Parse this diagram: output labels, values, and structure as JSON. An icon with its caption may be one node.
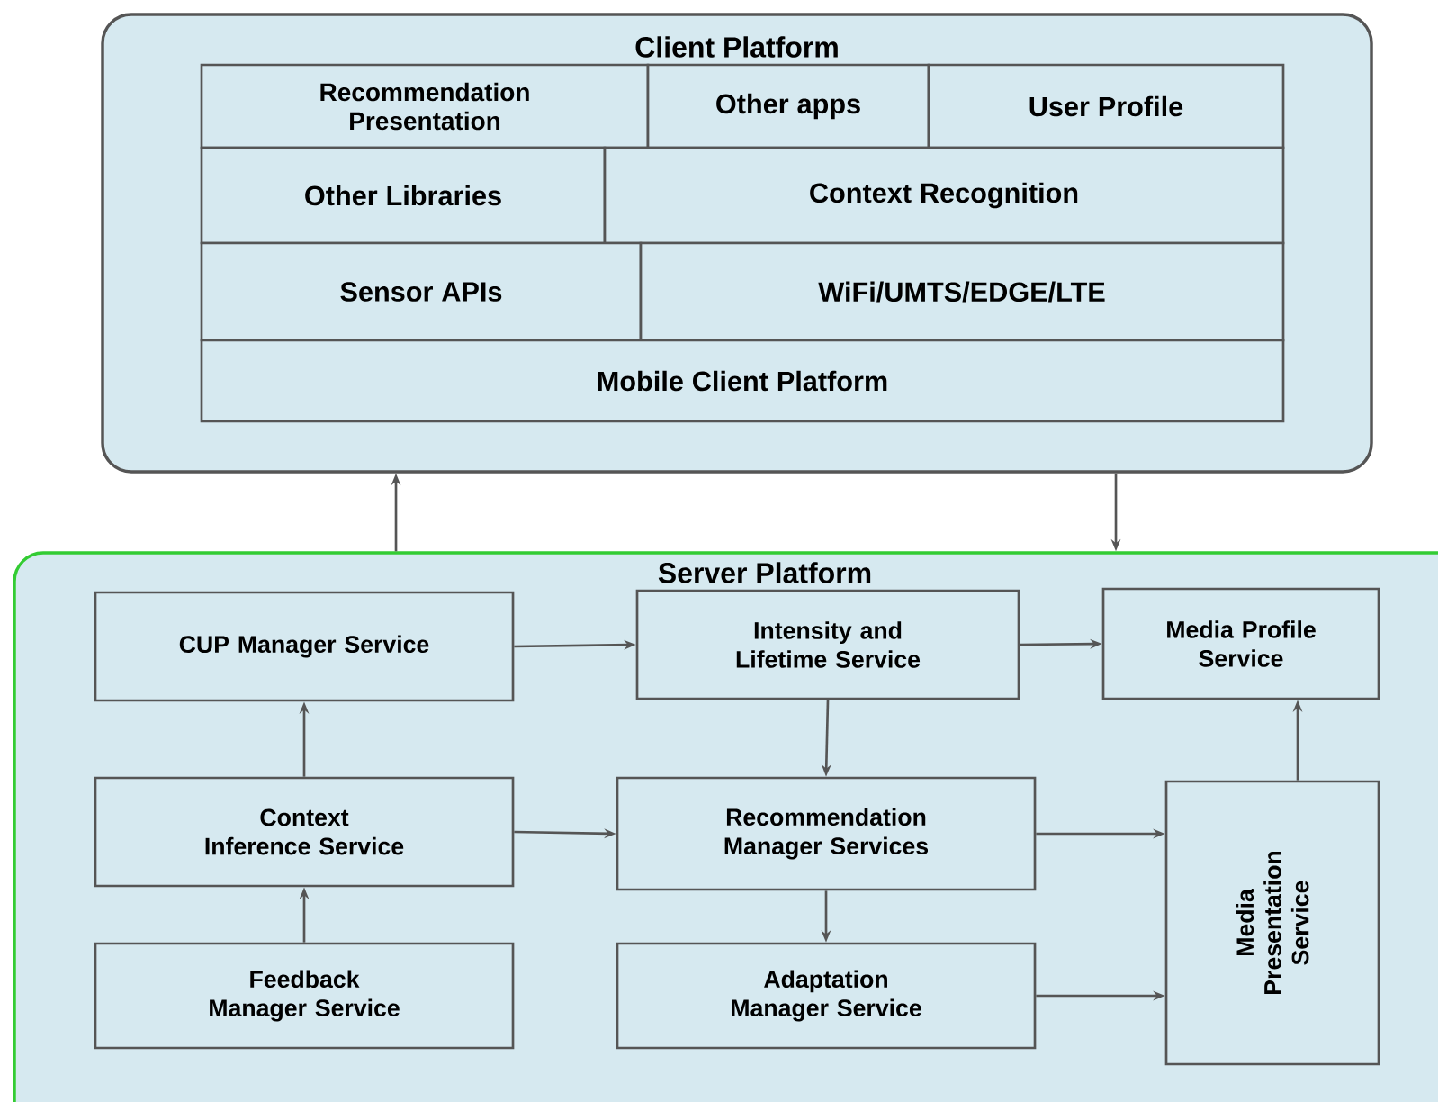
{
  "diagram": {
    "nodes": [
      {
        "text": [
          "Client Platform"
        ]
      },
      {
        "text": [
          "Recommendation Presentation"
        ],
        "in": 0
      },
      {
        "text": [
          "Other apps"
        ],
        "in": 0
      },
      {
        "text": [
          "User Profile"
        ],
        "in": 0
      },
      {
        "text": [
          "Other Libraries"
        ],
        "in": 0
      },
      {
        "text": [
          "Context Recognition"
        ],
        "in": 0
      },
      {
        "text": [
          "Sensor APIs"
        ],
        "in": 0
      },
      {
        "text": [
          "WiFi/UMTS/EDGE/LTE"
        ],
        "in": 0
      },
      {
        "text": [
          "Mobile Client Platform"
        ],
        "in": 0
      },
      {
        "text": [
          "Server Platform"
        ]
      },
      {
        "text": [
          "CUP Manager Service"
        ],
        "in": 9
      },
      {
        "text": [
          "Intensity and Lifetime Service"
        ],
        "in": 9
      },
      {
        "text": [
          "Media Profile Service"
        ],
        "in": 9
      },
      {
        "text": [
          "Context Inference Service"
        ],
        "in": 9
      },
      {
        "text": [
          "Recommendation Manager Services"
        ],
        "in": 9
      },
      {
        "text": [
          "Media Presentation Service"
        ],
        "in": 9
      },
      {
        "text": [
          "Feedback Manager Service"
        ],
        "in": 9
      },
      {
        "text": [
          "Adaptation Manager Service"
        ],
        "in": 9
      }
    ],
    "edges": [
      {
        "from": 9,
        "to": 0,
        "arrow": "to"
      },
      {
        "from": 0,
        "to": 9,
        "arrow": "to"
      },
      {
        "from": 10,
        "to": 11,
        "arrow": "to"
      },
      {
        "from": 11,
        "to": 12,
        "arrow": "to"
      },
      {
        "from": 13,
        "to": 10,
        "arrow": "to"
      },
      {
        "from": 16,
        "to": 13,
        "arrow": "to"
      },
      {
        "from": 13,
        "to": 14,
        "arrow": "to"
      },
      {
        "from": 11,
        "to": 14,
        "arrow": "to"
      },
      {
        "from": 14,
        "to": 15,
        "arrow": "to"
      },
      {
        "from": 14,
        "to": 17,
        "arrow": "to"
      },
      {
        "from": 17,
        "to": 15,
        "arrow": "to"
      },
      {
        "from": 15,
        "to": 12,
        "arrow": "to"
      }
    ]
  }
}
